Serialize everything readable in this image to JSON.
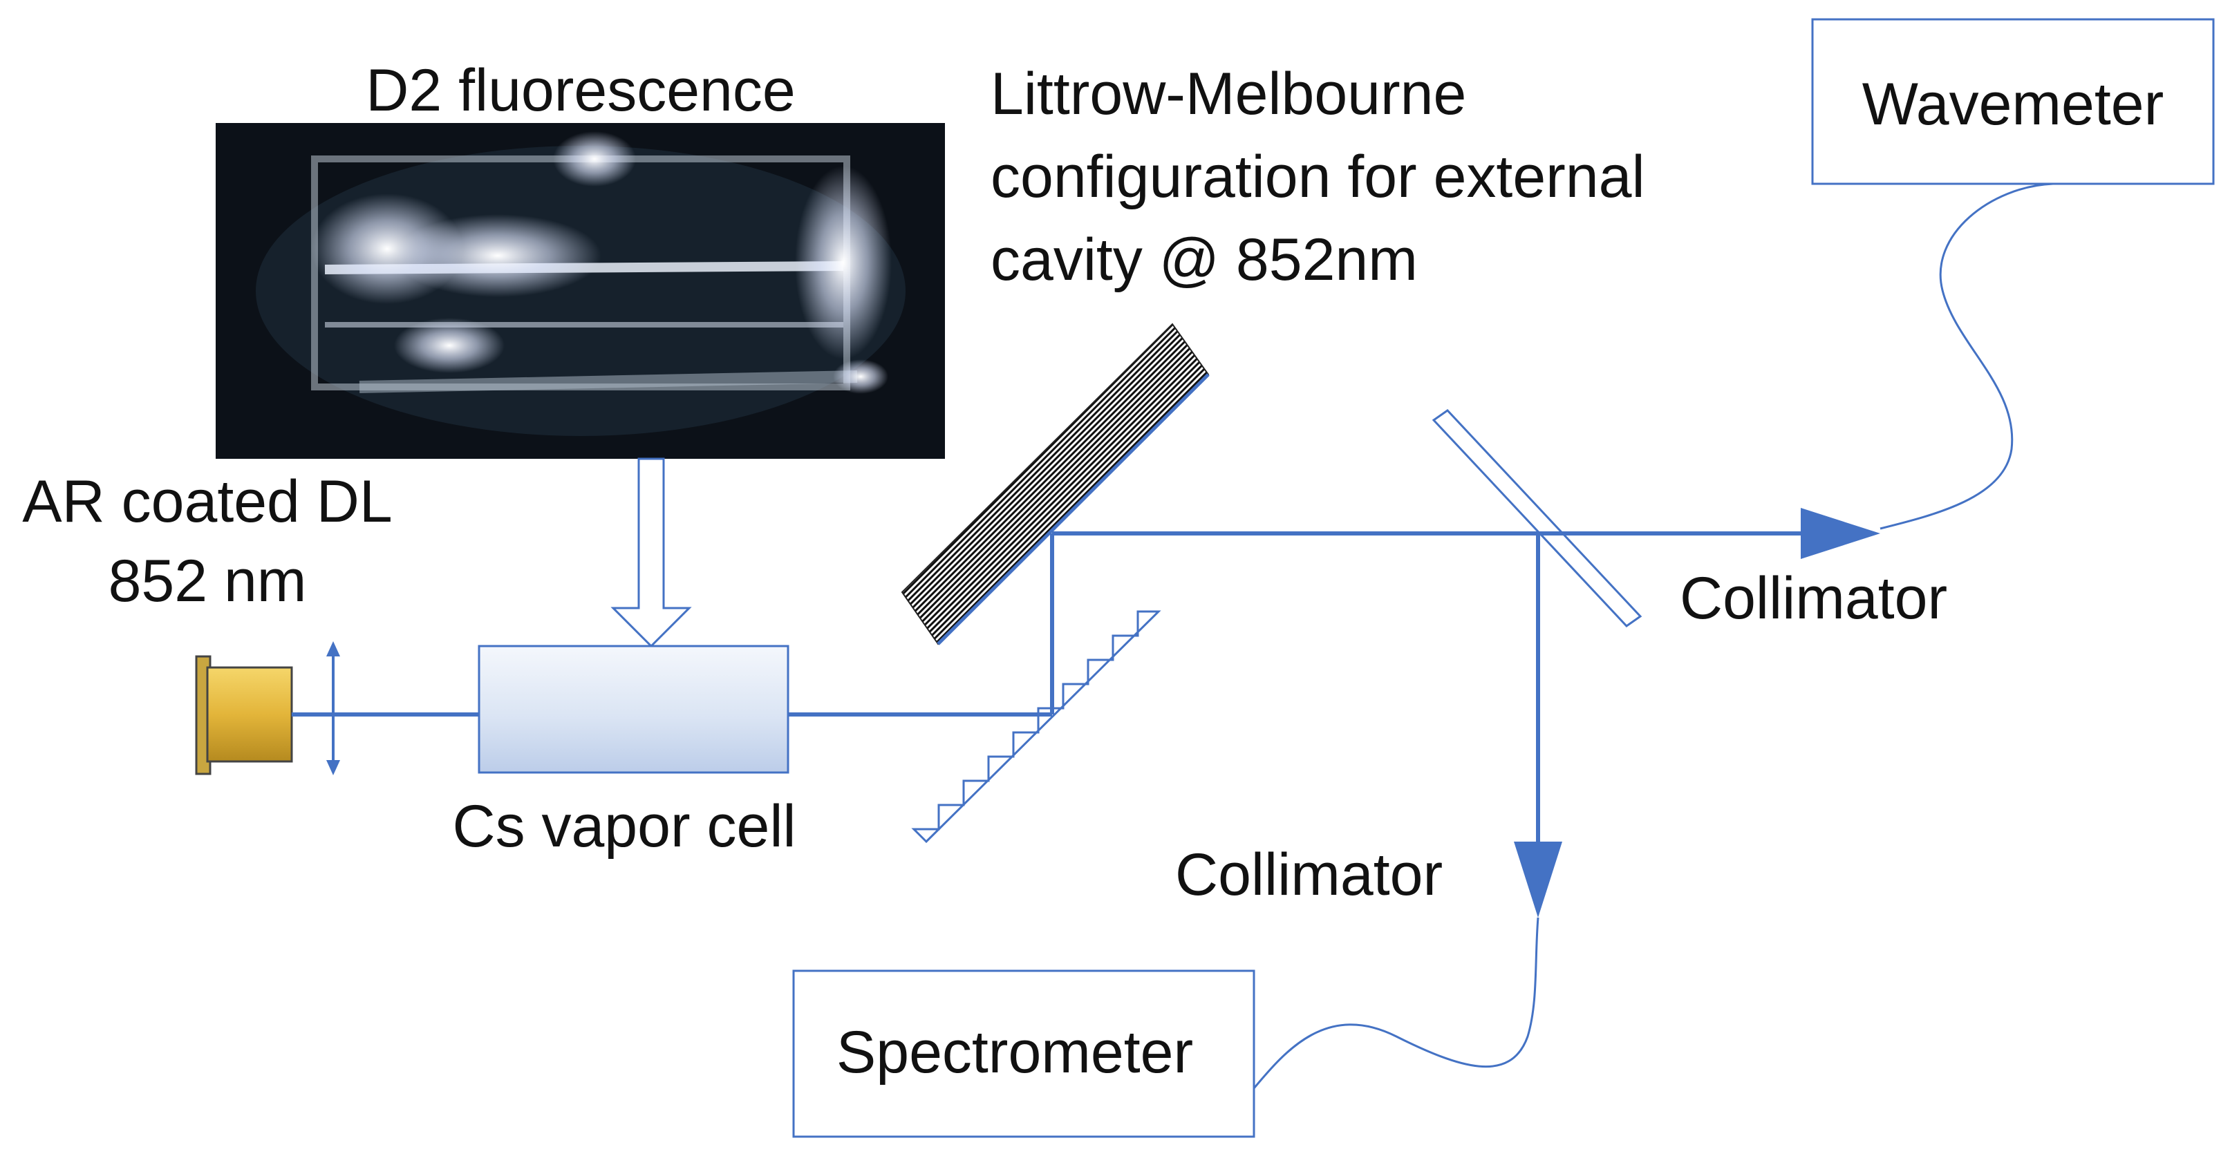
{
  "labels": {
    "photo_title": "D2 fluorescence",
    "littrow_line1": "Littrow-Melbourne",
    "littrow_line2": "configuration for external",
    "littrow_line3": "cavity @ 852nm",
    "laser_line1": "AR coated DL",
    "laser_line2": "852 nm",
    "vapor_cell": "Cs vapor cell",
    "collimator_right": "Collimator",
    "collimator_bottom": "Collimator",
    "wavemeter": "Wavemeter",
    "spectrometer": "Spectrometer"
  },
  "colors": {
    "beam": "#4472c4",
    "diode": "#e8b936",
    "cell": "#dce6f5",
    "box_border": "#4472c4",
    "photo_bg": "#0c1118"
  }
}
